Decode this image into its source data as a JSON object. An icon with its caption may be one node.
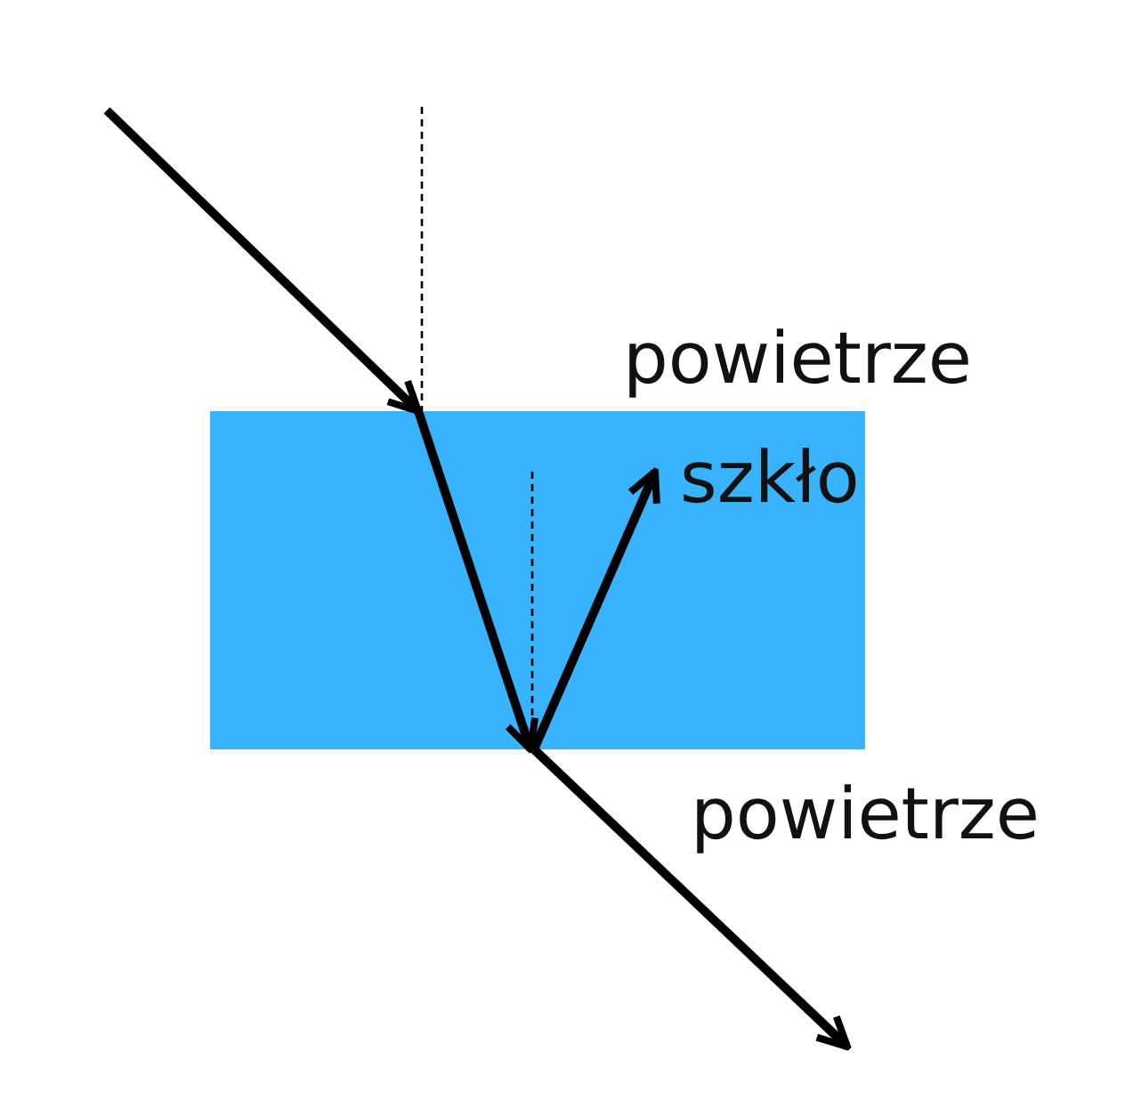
{
  "diagram": {
    "nodes": [
      {
        "text": [
          "szkło"
        ]
      }
    ],
    "labels": [
      "powietrze",
      "powietrze"
    ]
  }
}
